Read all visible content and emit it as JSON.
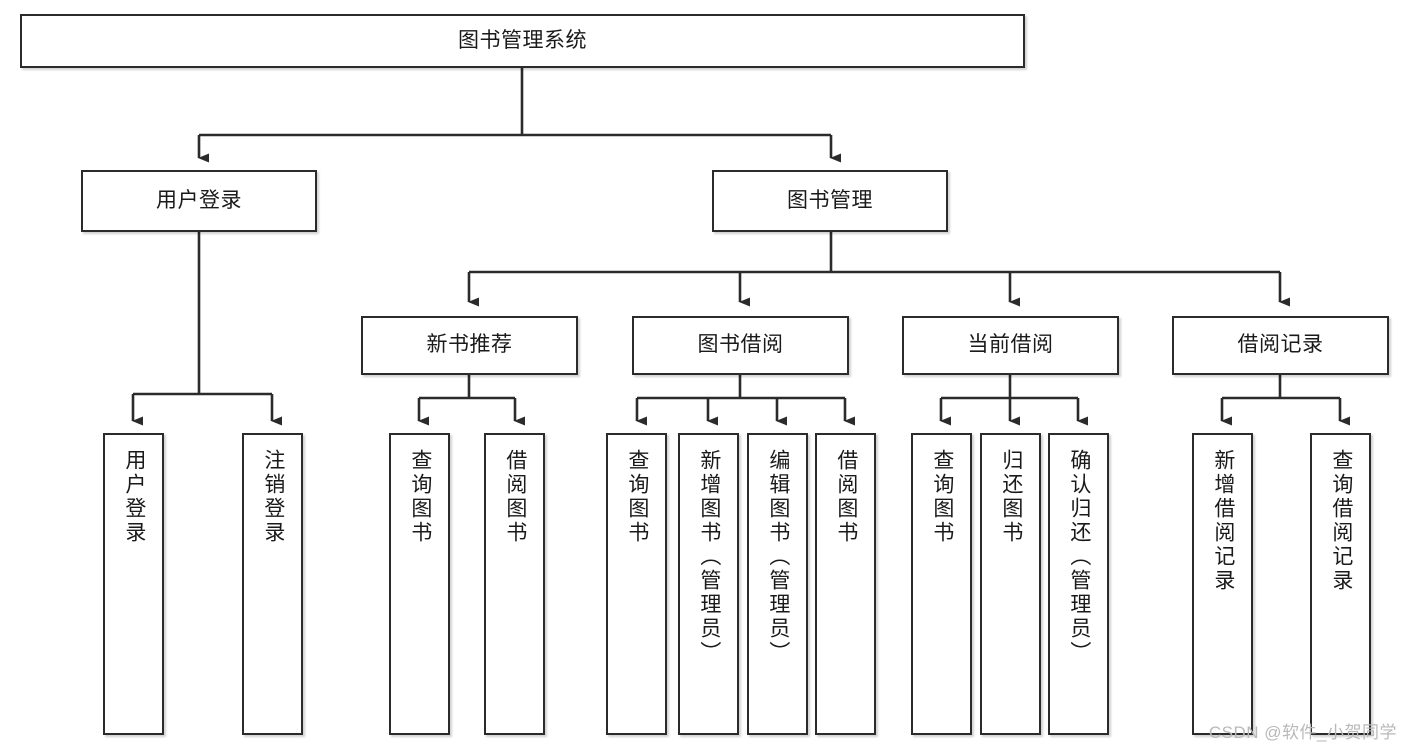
{
  "diagram": {
    "title": "图书管理系统",
    "type": "tree",
    "colors": {
      "box_border": "#2b2b2b",
      "box_fill": "#ffffff",
      "connector": "#2b2b2b",
      "text": "#1a1a1a",
      "watermark": "#b9b9b9"
    },
    "root": {
      "id": "root",
      "label": "图书管理系统"
    },
    "level2": [
      {
        "id": "user-login",
        "label": "用户登录"
      },
      {
        "id": "book-manage",
        "label": "图书管理"
      }
    ],
    "level3": [
      {
        "id": "new-book-recommend",
        "label": "新书推荐"
      },
      {
        "id": "book-borrow",
        "label": "图书借阅"
      },
      {
        "id": "current-borrow",
        "label": "当前借阅"
      },
      {
        "id": "borrow-record",
        "label": "借阅记录"
      }
    ],
    "leaves": {
      "user_login": [
        {
          "id": "leaf-user-login",
          "label": "用户登录"
        },
        {
          "id": "leaf-logout-login",
          "label": "注销登录"
        }
      ],
      "new_book_recommend": [
        {
          "id": "leaf-query-book-1",
          "label": "查询图书"
        },
        {
          "id": "leaf-borrow-book-1",
          "label": "借阅图书"
        }
      ],
      "book_borrow": [
        {
          "id": "leaf-query-book-2",
          "label": "查询图书"
        },
        {
          "id": "leaf-add-book",
          "label": "新增图书（管理员）"
        },
        {
          "id": "leaf-edit-book",
          "label": "编辑图书（管理员）"
        },
        {
          "id": "leaf-borrow-book-2",
          "label": "借阅图书"
        }
      ],
      "current_borrow": [
        {
          "id": "leaf-query-book-3",
          "label": "查询图书"
        },
        {
          "id": "leaf-return-book",
          "label": "归还图书"
        },
        {
          "id": "leaf-confirm-return",
          "label": "确认归还（管理员）"
        }
      ],
      "borrow_record": [
        {
          "id": "leaf-add-record",
          "label": "新增借阅记录"
        },
        {
          "id": "leaf-query-record",
          "label": "查询借阅记录"
        }
      ]
    }
  },
  "watermark": {
    "text": "CSDN @软件_小贺同学"
  }
}
